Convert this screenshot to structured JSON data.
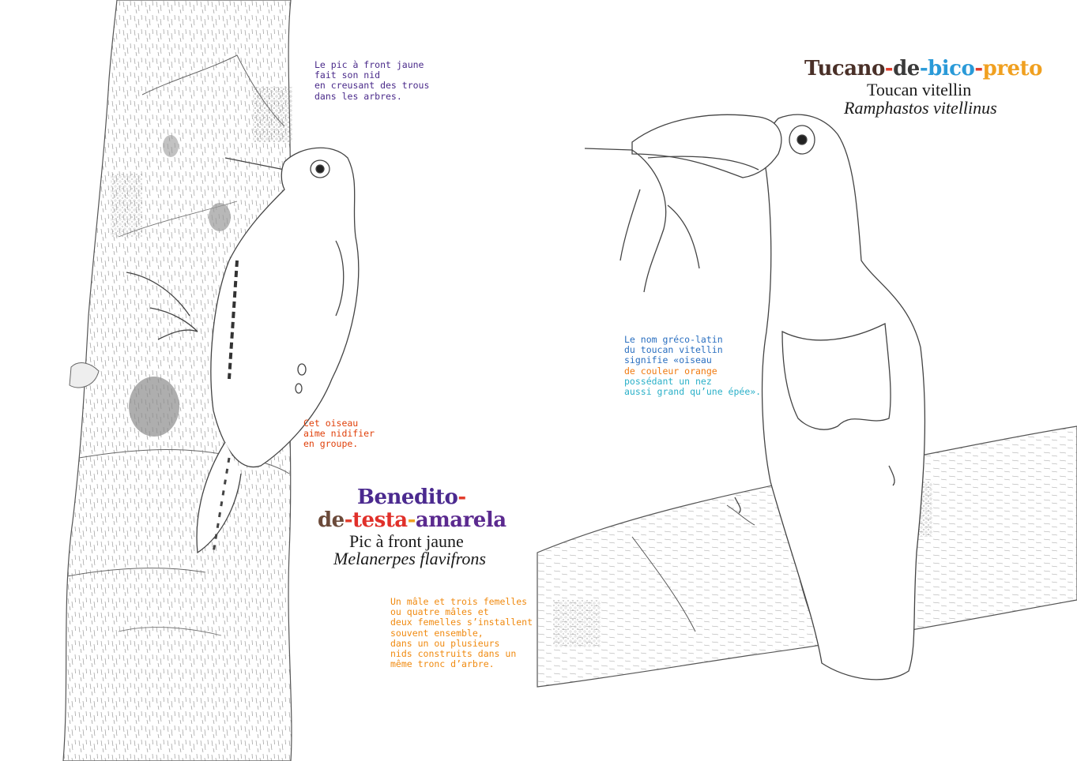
{
  "left_page": {
    "note_nest": {
      "lines": [
        "Le pic à front jaune",
        "fait son nid",
        "en creusant des trous",
        "dans les arbres."
      ],
      "color": "#4a2a8a"
    },
    "note_group": {
      "lines": [
        "Cet oiseau",
        "aime nidifier",
        "en groupe."
      ],
      "color": "#e0400a"
    },
    "title": {
      "line1": [
        {
          "text": "Benedito",
          "color": "#4b2a8f"
        },
        {
          "text": "-",
          "color": "#e23b2a"
        }
      ],
      "line2": [
        {
          "text": "de",
          "color": "#6b4a3a"
        },
        {
          "text": "-",
          "color": "#e23b2a"
        },
        {
          "text": "testa",
          "color": "#e0302a"
        },
        {
          "text": "-",
          "color": "#f0a020"
        },
        {
          "text": "amarela",
          "color": "#5b2a8f"
        }
      ]
    },
    "common_name": "Pic à front jaune",
    "scientific_name": "Melanerpes flavifrons",
    "note_males": {
      "lines": [
        "Un mâle et trois femelles",
        "ou quatre mâles et",
        "deux femelles s’installent",
        "souvent ensemble,",
        "dans un ou plusieurs",
        "nids construits dans un",
        "même tronc d’arbre."
      ],
      "color": "#f08a10"
    }
  },
  "right_page": {
    "title": {
      "line1": [
        {
          "text": "Tucano",
          "color": "#4a3028"
        },
        {
          "text": "-",
          "color": "#e23b2a"
        },
        {
          "text": "de",
          "color": "#3a3a3a"
        },
        {
          "text": "-",
          "color": "#2a9ad8"
        },
        {
          "text": "bico",
          "color": "#2a9ad8"
        },
        {
          "text": "-",
          "color": "#e23b2a"
        },
        {
          "text": "preto",
          "color": "#f0a020"
        }
      ]
    },
    "common_name": "Toucan vitellin",
    "scientific_name": "Ramphastos vitellinus",
    "note_name": {
      "lines": [
        {
          "text": "Le nom gréco-latin",
          "color": "#2a6fc0"
        },
        {
          "text": "du toucan vitellin",
          "color": "#2a6fc0"
        },
        {
          "text": "signifie «oiseau",
          "color": "#2a6fc0"
        },
        {
          "text": "de couleur orange",
          "color": "#f07a10"
        },
        {
          "text": "possédant un nez",
          "color": "#2ab0c8"
        },
        {
          "text": "aussi grand qu’une épée».",
          "color": "#2ab0c8"
        }
      ]
    }
  }
}
